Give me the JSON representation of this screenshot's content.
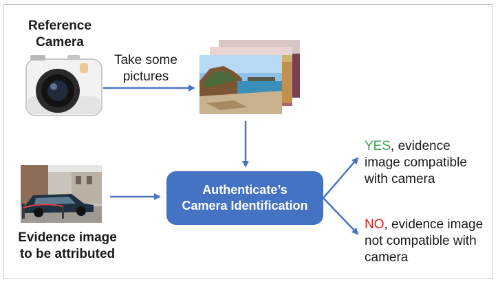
{
  "reference_camera": {
    "line1": "Reference",
    "line2": "Camera"
  },
  "take_pictures": {
    "line1": "Take some",
    "line2": "pictures"
  },
  "process": {
    "line1": "Authenticate’s",
    "line2": "Camera Identification"
  },
  "evidence": {
    "line1": "Evidence image",
    "line2": "to be attributed"
  },
  "result_yes": {
    "keyword": "YES",
    "line1_rest": ", evidence",
    "line2": "image compatible",
    "line3": "with camera"
  },
  "result_no": {
    "keyword": "NO",
    "line1_rest": ", evidence image",
    "line2": "not compatible with",
    "line3": "camera"
  },
  "colors": {
    "node": "#4573c4",
    "arrow": "#4a74c0",
    "yes": "#3aa555",
    "no": "#e0201b"
  },
  "icons": {
    "camera": "camera-photo-icon",
    "photos": "photo-stack-icon",
    "evidence": "car-street-photo-icon"
  }
}
